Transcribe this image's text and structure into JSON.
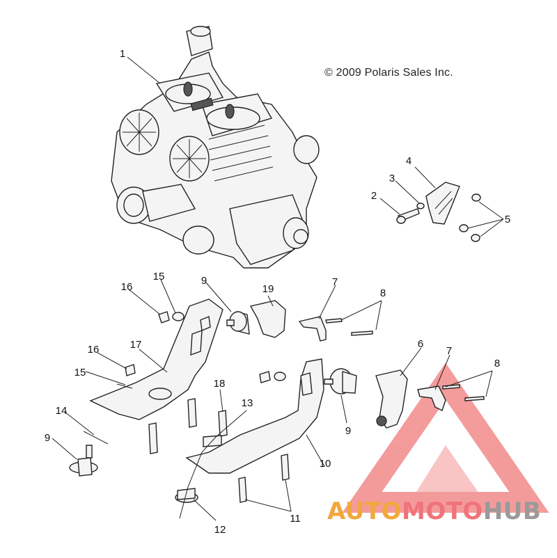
{
  "copyright": "© 2009 Polaris Sales Inc.",
  "callouts": {
    "c1": "1",
    "c2": "2",
    "c3": "3",
    "c4": "4",
    "c5": "5",
    "c6": "6",
    "c7a": "7",
    "c7b": "7",
    "c8a": "8",
    "c8b": "8",
    "c9a": "9",
    "c9b": "9",
    "c9c": "9",
    "c10": "10",
    "c11": "11",
    "c12": "12",
    "c13": "13",
    "c14": "14",
    "c15a": "15",
    "c15b": "15",
    "c16a": "16",
    "c16b": "16",
    "c17": "17",
    "c18": "18",
    "c19": "19"
  },
  "watermark": {
    "part1": "AUTO",
    "part2": "MOTO",
    "part3": "HUB",
    "colors": {
      "auto": "#f2a73c",
      "moto": "#f0737a",
      "hub": "#9a9a9a",
      "triangle": "#f28a8a"
    }
  }
}
